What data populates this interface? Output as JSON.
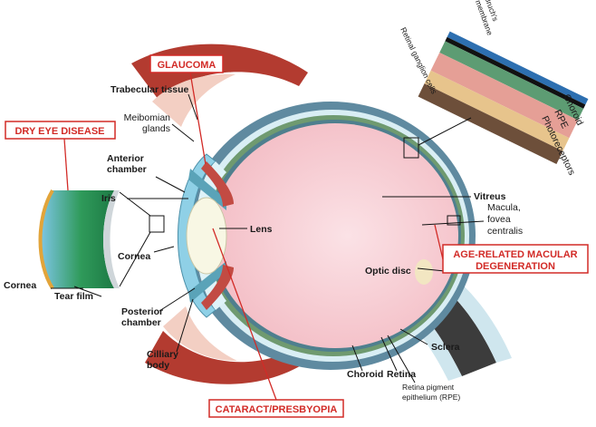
{
  "labels": {
    "trabecular_tissue": "Trabecular tissue",
    "meibomian": [
      "Meibomian",
      "glands"
    ],
    "anterior_chamber": [
      "Anterior",
      "chamber"
    ],
    "iris": "Iris",
    "cornea_eye": "Cornea",
    "cornea_inset": "Cornea",
    "tear_film": "Tear film",
    "posterior_chamber": [
      "Posterior",
      "chamber"
    ],
    "ciliary_body": [
      "Cilliary",
      "body"
    ],
    "lens": "Lens",
    "vitreus": "Vitreus",
    "macula": [
      "Macula,",
      "fovea",
      "centralis"
    ],
    "optic_disc": "Optic disc",
    "sclera": "Sclera",
    "retina": "Retina",
    "choroid_eye": "Choroid",
    "rpe_eye": [
      "Retina pigment",
      "epithelium (RPE)"
    ],
    "bruchs": [
      "Bruch's",
      "membrane"
    ],
    "retinal_ganglion": "Retinal ganglion cells",
    "choroid_inset": "Choroid",
    "rpe_inset": "RPE",
    "photoreceptors": "Photoreceptors"
  },
  "diseases": {
    "glaucoma": "GLAUCOMA",
    "dry_eye": "DRY EYE DISEASE",
    "amd": [
      "AGE-RELATED MACULAR",
      "DEGENERATION"
    ],
    "cataract": "CATARACT/PRESBYOPIA"
  },
  "colors": {
    "disease_red": "#d22b27",
    "sclera": "#5f8aa0",
    "eye_interior": "#f7cdd2",
    "retina_band": "#6f9a70",
    "lens": "#f8f7e4",
    "iris": "#5aa3b8",
    "eyelid": "#b33b30",
    "optic_nerve": "#3c3c3c"
  }
}
